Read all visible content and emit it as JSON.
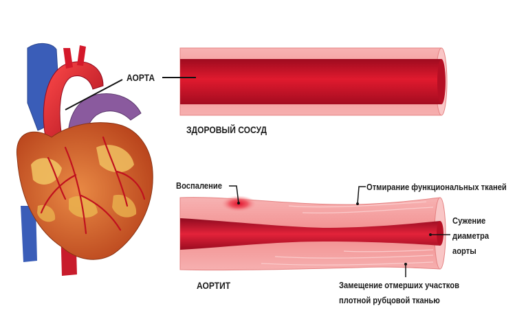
{
  "labels": {
    "aorta": "АОРТА",
    "healthy_vessel": "ЗДОРОВЫЙ СОСУД",
    "inflammation": "Воспаление",
    "necrosis": "Отмирание функциональных тканей",
    "narrowing": [
      "Сужение",
      "диаметра",
      "аорты"
    ],
    "aortitis": "АОРТИТ",
    "replacement": [
      "Замещение отмерших участков",
      "плотной рубцовой тканью"
    ]
  },
  "colors": {
    "vessel_wall": "#f3a0a0",
    "vessel_wall_light": "#f9c6c6",
    "lumen": "#c8102e",
    "lumen_dark": "#8e0a1f",
    "heart_muscle": "#d9622b",
    "heart_fat": "#f0c060",
    "aorta_red": "#d4182a",
    "vein_blue": "#3a5db8",
    "pulmonary_purple": "#8a5a9e",
    "leader_line": "#111111"
  }
}
